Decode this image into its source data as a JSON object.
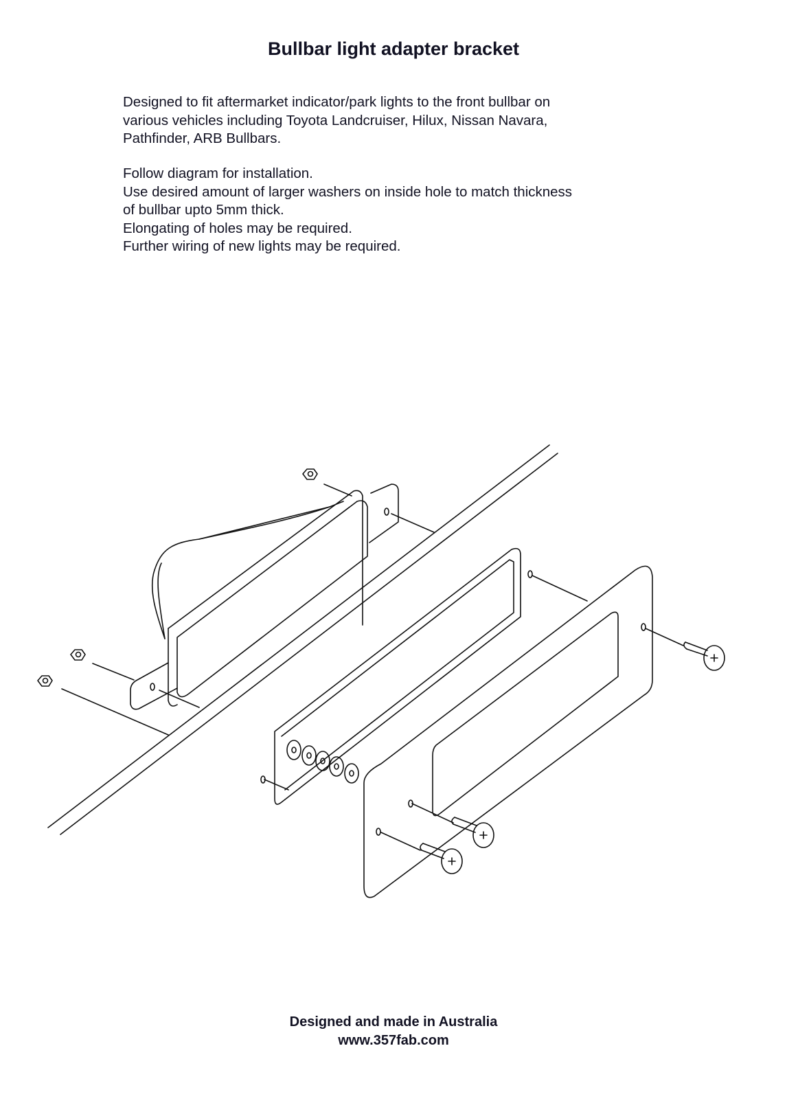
{
  "title": "Bullbar light adapter bracket",
  "description": [
    "Designed to fit aftermarket indicator/park lights to the front bullbar on",
    "various vehicles including Toyota Landcruiser, Hilux, Nissan Navara,",
    "Pathfinder, ARB Bullbars."
  ],
  "instructions": [
    "Follow diagram for installation.",
    "Use desired amount of larger washers on inside hole to match thickness",
    "of bullbar upto 5mm thick.",
    "Elongating of holes may be required.",
    "Further wiring of new lights may be required."
  ],
  "footer": {
    "tagline": "Designed and made in Australia",
    "website": "www.357fab.com"
  }
}
